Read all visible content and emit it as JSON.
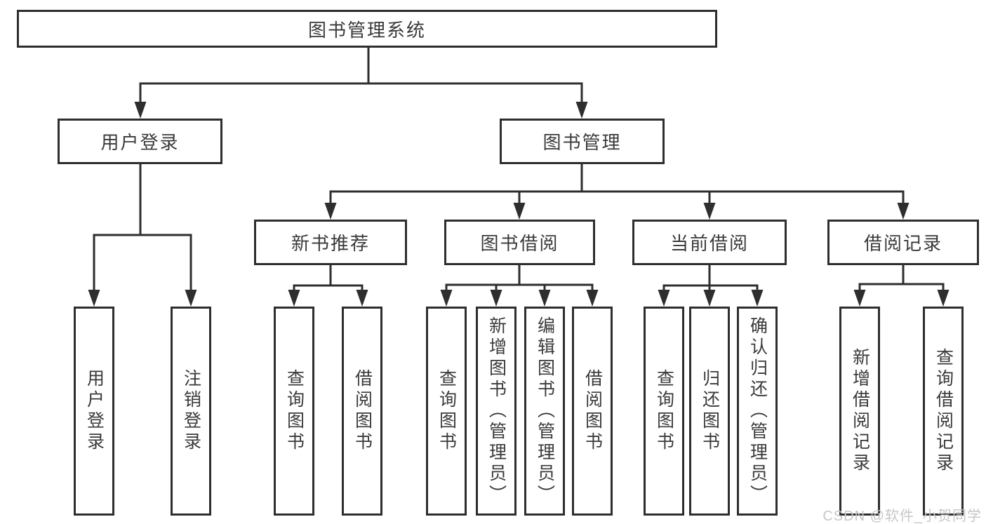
{
  "diagram": {
    "root": {
      "label": "图书管理系统"
    },
    "branches": [
      {
        "label": "用户登录",
        "children": [
          {
            "label": "用户登录"
          },
          {
            "label": "注销登录"
          }
        ]
      },
      {
        "label": "图书管理",
        "children": [
          {
            "label": "新书推荐",
            "children": [
              {
                "label": "查询图书"
              },
              {
                "label": "借阅图书"
              }
            ]
          },
          {
            "label": "图书借阅",
            "children": [
              {
                "label": "查询图书"
              },
              {
                "label": "新增图书（管理员）"
              },
              {
                "label": "编辑图书（管理员）"
              },
              {
                "label": "借阅图书"
              }
            ]
          },
          {
            "label": "当前借阅",
            "children": [
              {
                "label": "查询图书"
              },
              {
                "label": "归还图书"
              },
              {
                "label": "确认归还（管理员）"
              }
            ]
          },
          {
            "label": "借阅记录",
            "children": [
              {
                "label": "新增借阅记录"
              },
              {
                "label": "查询借阅记录"
              }
            ]
          }
        ]
      }
    ]
  },
  "watermark": {
    "text": "CSDN @软件_小贺同学"
  },
  "colors": {
    "line": "#2e2e2e",
    "box_border": "#2e2e2e",
    "text": "#3a3a3a",
    "background": "#ffffff",
    "watermark": "#c7c7c7"
  }
}
